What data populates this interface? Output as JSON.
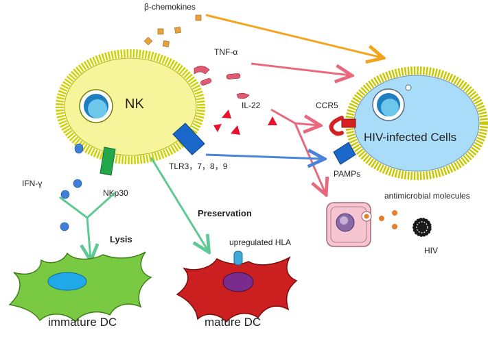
{
  "labels": {
    "beta_chemokines": "β-chemokines",
    "tnf_alpha": "TNF-α",
    "il22": "IL-22",
    "ccr5": "CCR5",
    "nk": "NK",
    "hiv_infected": "HIV-infected Cells",
    "tlr": "TLR3，7，8，9",
    "pamps": "PAMPs",
    "ifn_gamma": "IFN-γ",
    "nkp30": "NKp30",
    "antimicrobial": "antimicrobial molecules",
    "preservation": "Preservation",
    "lysis": "Lysis",
    "upregulated_hla": "upregulated HLA",
    "hiv": "HIV",
    "immature_dc": "immature DC",
    "mature_dc": "mature DC"
  },
  "colors": {
    "chemokine": "#e8a13c",
    "chemokine_arrow": "#f4a31c",
    "tnf": "#e05a72",
    "tnf_arrow": "#e8697e",
    "il22": "#e8102a",
    "tlr_arrow": "#4a84d8",
    "nkp30": "#22a74a",
    "green_arrow": "#5ec995",
    "ifn": "#3f7fd6",
    "nk_cell": "#f7f59c",
    "nk_membrane": "#cfd100",
    "hiv_cell": "#a9dcf8",
    "hiv_membrane": "#c8c700",
    "immature_dc": "#7ac943",
    "mature_dc": "#cc1f1f",
    "macrophage": "#f5c5d2",
    "antimicrobial": "#e87c2a",
    "hla": "#3fa9d8"
  }
}
